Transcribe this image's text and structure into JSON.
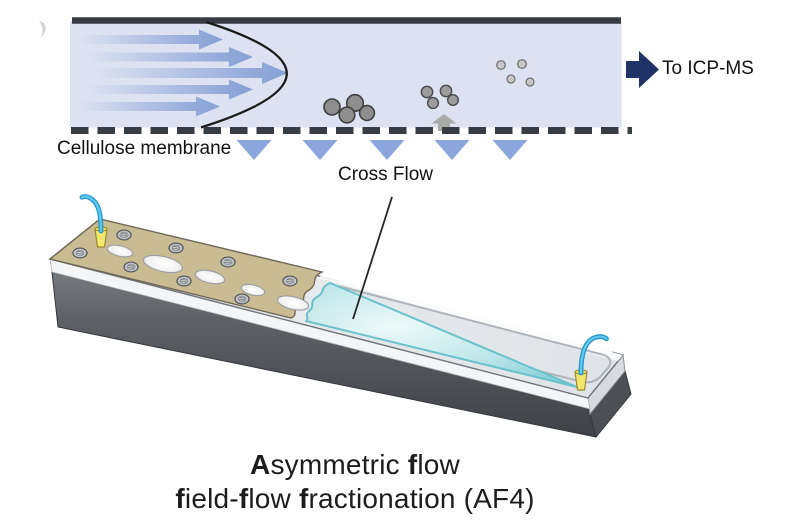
{
  "labels": {
    "membrane": "Cellulose membrane",
    "cross_flow": "Cross Flow",
    "outlet": "To ICP-MS"
  },
  "caption": {
    "l1b1": "A",
    "l1r1": "symmetric ",
    "l1b2": "f",
    "l1r2": "low",
    "l2b1": "f",
    "l2r1": "ield-",
    "l2b2": "f",
    "l2r2": "low ",
    "l2b3": "f",
    "l2r3": "ractionation (AF4)"
  },
  "colors": {
    "channel_bg": "#dce2f1",
    "flow_arrow_blue": "#8ea6d8",
    "cross_flow_triangle": "#8aa6dc",
    "outlet_arrow_navy": "#1f3366",
    "membrane_dash_gray": "#383d44",
    "particle_gray_large": "#8e8e8e",
    "particle_gray_medium": "#9d9d9d",
    "particle_gray_small": "#c6c6c6",
    "channel_teal": "#8ed4dc",
    "plate_tan": "#c9bb92",
    "device_base_gray": "#54585c",
    "tubing_cyan": "#41b7e8",
    "fitting_yellow": "#f4e76e"
  },
  "illustration": {
    "flow_arrows_count": 5,
    "cross_flow_triangles_count": 5,
    "particle_clusters": [
      {
        "size": "large",
        "count": 4,
        "position": "near membrane, upstream"
      },
      {
        "size": "medium",
        "count": 4,
        "position": "mid channel"
      },
      {
        "size": "small",
        "count": 4,
        "position": "upper channel, downstream"
      }
    ]
  }
}
